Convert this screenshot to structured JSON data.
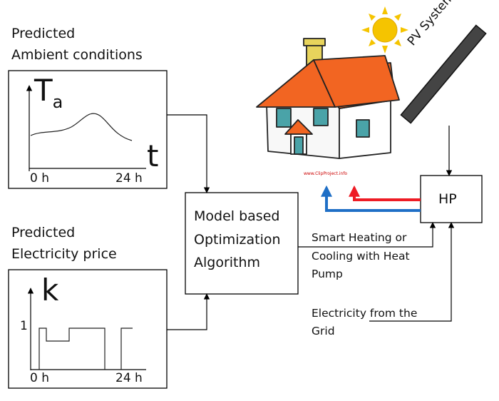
{
  "labels": {
    "ambient_title_line1": "Predicted",
    "ambient_title_line2": "Ambient conditions",
    "price_title_line1": "Predicted",
    "price_title_line2": "Electricity price",
    "optimizer_line1": "Model based",
    "optimizer_line2": "Optimization",
    "optimizer_line3": "Algorithm",
    "hp": "HP",
    "pv_system": "PV System",
    "smart_line1": "Smart Heating or",
    "smart_line2": "Cooling with Heat",
    "smart_line3": "Pump",
    "grid_line1": "Electricity from the",
    "grid_line2": "Grid",
    "clipart_credit": "www.ClipProject.info"
  },
  "ambient_chart": {
    "y_symbol": "T",
    "y_subscript": "a",
    "x_symbol": "t",
    "x_start_label": "0 h",
    "x_end_label": "24 h"
  },
  "price_chart": {
    "y_symbol": "k",
    "y_tick_label": "1",
    "x_start_label": "0 h",
    "x_end_label": "24 h"
  },
  "colors": {
    "heating_arrow": "#ee1c25",
    "cooling_arrow": "#1f6fc6",
    "roof": "#f26522",
    "sun": "#f5c400",
    "window": "#4aa3a8",
    "chimney": "#e8d45c"
  }
}
